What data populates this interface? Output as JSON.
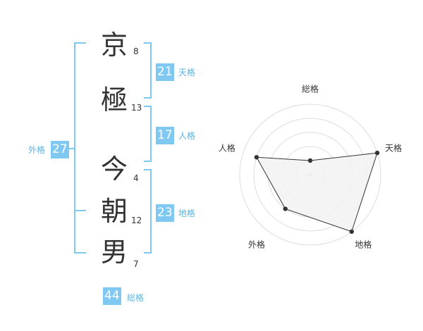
{
  "name": {
    "chars": [
      {
        "char": "京",
        "strokes": "8"
      },
      {
        "char": "極",
        "strokes": "13"
      },
      {
        "char": "今",
        "strokes": "4"
      },
      {
        "char": "朝",
        "strokes": "12"
      },
      {
        "char": "男",
        "strokes": "7"
      }
    ]
  },
  "fortunes": {
    "tenkaku": {
      "value": "21",
      "label": "天格"
    },
    "jinkaku": {
      "value": "17",
      "label": "人格"
    },
    "chikaku": {
      "value": "23",
      "label": "地格"
    },
    "gaikaku": {
      "value": "27",
      "label": "外格"
    },
    "soukaku": {
      "value": "44",
      "label": "総格"
    }
  },
  "chart_data": {
    "type": "radar",
    "axes": [
      "総格",
      "天格",
      "地格",
      "外格",
      "人格"
    ],
    "values": [
      1,
      5,
      5,
      3,
      4
    ],
    "range": [
      0,
      5
    ],
    "rings": 5,
    "colors": {
      "fill": "#f2f2f2",
      "stroke": "#333333",
      "grid": "#dddddd",
      "accent": "#7ec8f2"
    }
  }
}
